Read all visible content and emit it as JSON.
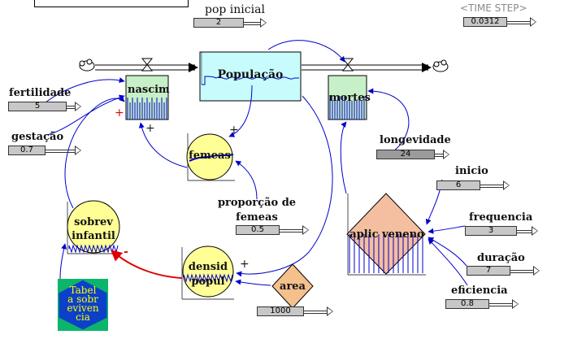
{
  "stocks": {
    "populacao": "População"
  },
  "flows": {
    "nascim": "nascim",
    "mortes": "mortes"
  },
  "auxiliaries": {
    "femeas": "femeas",
    "sobrev_infantil_1": "sobrev",
    "sobrev_infantil_2": "infantil",
    "densid_popul_1": "densid",
    "densid_popul_2": "popul",
    "area": "area",
    "aplic_veneno": "aplic veneno",
    "tabela_1": "Tabel",
    "tabela_2": "a sobr",
    "tabela_3": "eviven",
    "tabela_4": "cia"
  },
  "parameters": {
    "pop_inicial": {
      "label": "pop inicial",
      "value": "2"
    },
    "time_step": {
      "label": "<TIME STEP>",
      "value": "0.0312"
    },
    "fertilidade": {
      "label": "fertilidade",
      "value": "5"
    },
    "gestacao": {
      "label": "gestação",
      "value": "0.7"
    },
    "longevidade": {
      "label": "longevidade",
      "value": "24"
    },
    "proporcao_femeas": {
      "label_1": "proporção de",
      "label_2": "femeas",
      "value": "0.5"
    },
    "inicio": {
      "label": "inicio",
      "value": "6"
    },
    "frequencia": {
      "label": "frequencia",
      "value": "3"
    },
    "duracao": {
      "label": "duração",
      "value": "7"
    },
    "eficiencia": {
      "label": "eficiencia",
      "value": "0.8"
    },
    "area": {
      "value": "1000"
    }
  },
  "polarity": {
    "plus": "+",
    "minus": "-"
  },
  "colors": {
    "link": "#0000cc",
    "stock_fill": "#c8fcfc",
    "flow_fill": "#c8f0c8",
    "aux_fill": "#ffff96",
    "area_fill": "#f4c08c",
    "veneno_fill": "#f4bea0",
    "tabela_fill": "#0c40c8",
    "tabela_border": "#0cb46c",
    "negative_link": "#e00000"
  }
}
